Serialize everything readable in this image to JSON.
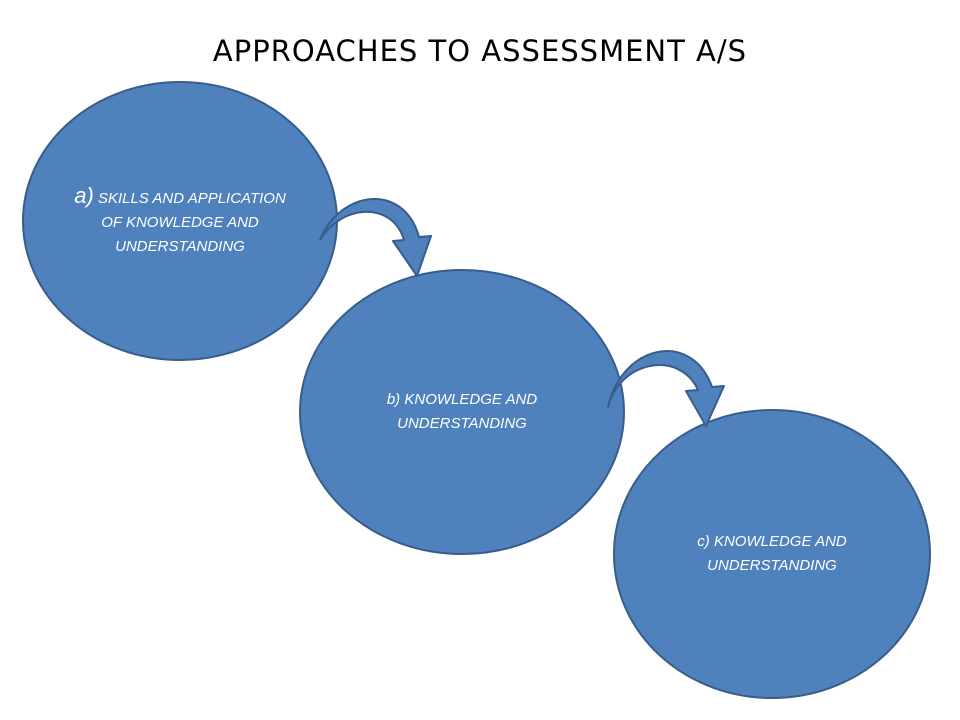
{
  "title": "APPROACHES TO ASSESSMENT A/S",
  "colors": {
    "node_fill": "#4F81BD",
    "node_stroke": "#385D8A",
    "text": "#FFFFFF",
    "title": "#000000"
  },
  "nodes": [
    {
      "prefix": "a)",
      "text": "SKILLS AND APPLICATION OF KNOWLEDGE AND UNDERSTANDING"
    },
    {
      "prefix": "b)",
      "text": "KNOWLEDGE AND UNDERSTANDING"
    },
    {
      "prefix": "c)",
      "text": "KNOWLEDGE AND UNDERSTANDING"
    }
  ],
  "connectors": [
    {
      "from": "a",
      "to": "b",
      "icon": "curved-arrow-icon"
    },
    {
      "from": "b",
      "to": "c",
      "icon": "curved-arrow-icon"
    }
  ]
}
